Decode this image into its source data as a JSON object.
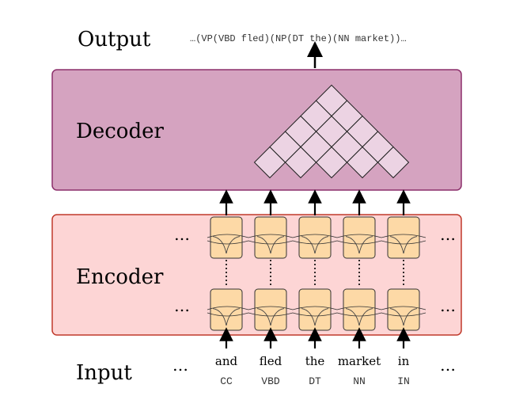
{
  "labels": {
    "output": "Output",
    "decoder": "Decoder",
    "encoder": "Encoder",
    "input": "Input"
  },
  "output_sequence": "…(VP(VBD fled)(NP(DT the)(NN market))…",
  "ellipsis": "…",
  "tokens": [
    {
      "word": "and",
      "tag": "CC"
    },
    {
      "word": "fled",
      "tag": "VBD"
    },
    {
      "word": "the",
      "tag": "DT"
    },
    {
      "word": "market",
      "tag": "NN"
    },
    {
      "word": "in",
      "tag": "IN"
    }
  ],
  "chart_cells": 15,
  "colors": {
    "decoder_fill": "#d5a3c0",
    "decoder_stroke": "#8c2f6b",
    "chart_cell_fill": "#ecd3e3",
    "encoder_fill": "#fdd5d5",
    "encoder_stroke": "#c0392b",
    "lstm_cell_fill": "#fdd9a6",
    "lstm_cell_stroke": "#333333"
  }
}
